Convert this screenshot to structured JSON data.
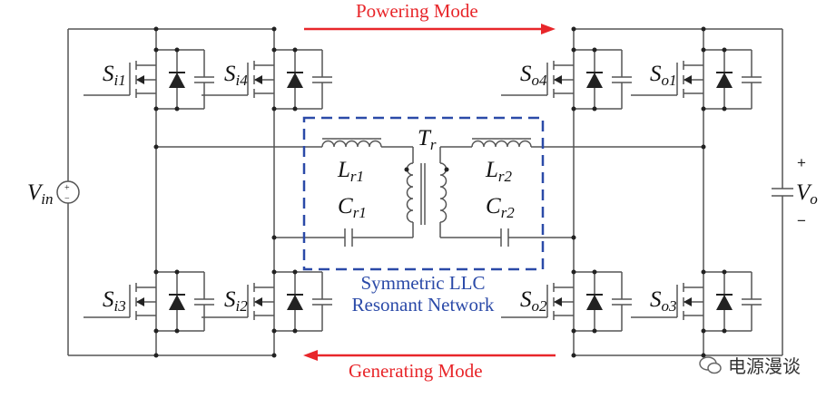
{
  "colors": {
    "wire": "#555555",
    "arrow": "#e8262a",
    "network_box": "#2b4aa8",
    "label": "#111111"
  },
  "modes": {
    "powering": "Powering Mode",
    "generating": "Generating Mode"
  },
  "network": {
    "line1": "Symmetric LLC",
    "line2": "Resonant Network"
  },
  "switches": [
    {
      "letter": "S",
      "sub": "i1"
    },
    {
      "letter": "S",
      "sub": "i4"
    },
    {
      "letter": "S",
      "sub": "i3"
    },
    {
      "letter": "S",
      "sub": "i2"
    },
    {
      "letter": "S",
      "sub": "o4"
    },
    {
      "letter": "S",
      "sub": "o1"
    },
    {
      "letter": "S",
      "sub": "o2"
    },
    {
      "letter": "S",
      "sub": "o3"
    }
  ],
  "components": {
    "vin": {
      "letter": "V",
      "sub": "in"
    },
    "vo": {
      "letter": "V",
      "sub": "o"
    },
    "tr": {
      "letter": "T",
      "sub": "r"
    },
    "lr1": {
      "letter": "L",
      "sub": "r1"
    },
    "lr2": {
      "letter": "L",
      "sub": "r2"
    },
    "cr1": {
      "letter": "C",
      "sub": "r1"
    },
    "cr2": {
      "letter": "C",
      "sub": "r2"
    }
  },
  "polarity": {
    "plus": "+",
    "minus": "−"
  },
  "watermark": {
    "text": "电源漫谈",
    "icon": "wechat-icon"
  }
}
